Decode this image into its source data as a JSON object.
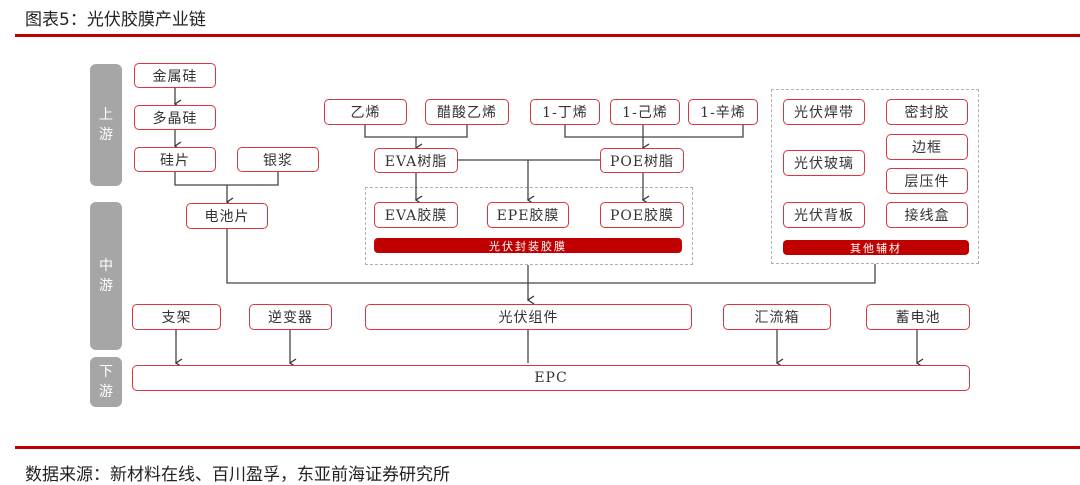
{
  "header": {
    "title": "图表5：光伏胶膜产业链"
  },
  "footer": {
    "source": "数据来源：新材料在线、百川盈孚，东亚前海证券研究所"
  },
  "colors": {
    "accent": "#c00000",
    "node_border": "#d9363e",
    "stage_bg": "#a6a6a6"
  },
  "stages": {
    "upstream": [
      "上",
      "游"
    ],
    "midstream": [
      "中",
      "游"
    ],
    "downstream": [
      "下",
      "游"
    ]
  },
  "nodes": {
    "metal_silicon": "金属硅",
    "polysilicon": "多晶硅",
    "wafer": "硅片",
    "silver_paste": "银浆",
    "cell": "电池片",
    "ethylene": "乙烯",
    "vinyl_acetate": "醋酸乙烯",
    "butene": "1-丁烯",
    "hexene": "1-己烯",
    "octene": "1-辛烯",
    "eva_resin": "EVA树脂",
    "poe_resin": "POE树脂",
    "eva_film": "EVA胶膜",
    "epe_film": "EPE胶膜",
    "poe_film": "POE胶膜",
    "encap_film_label": "光伏封装胶膜",
    "ribbon": "光伏焊带",
    "sealant": "密封胶",
    "frame": "边框",
    "glass": "光伏玻璃",
    "laminate": "层压件",
    "backsheet": "光伏背板",
    "junction_box": "接线盒",
    "aux_label": "其他辅材",
    "bracket": "支架",
    "inverter": "逆变器",
    "module": "光伏组件",
    "combiner": "汇流箱",
    "battery": "蓄电池",
    "epc": "EPC"
  }
}
